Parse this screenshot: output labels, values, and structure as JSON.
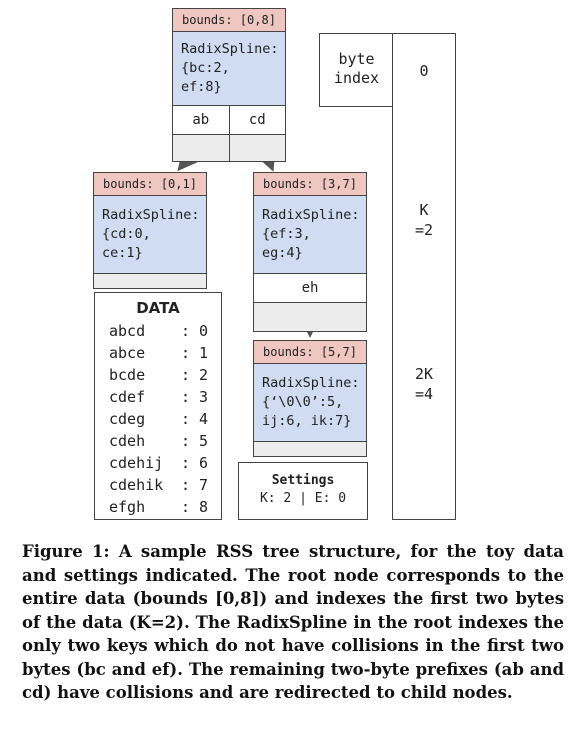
{
  "root": {
    "bounds": "bounds: [0,8]",
    "spline_line1": "RadixSpline:",
    "spline_line2": "{bc:2, ef:8}",
    "prefix_left": "ab",
    "prefix_right": "cd"
  },
  "left_child": {
    "bounds": "bounds: [0,1]",
    "spline_line1": "RadixSpline:",
    "spline_line2": "{cd:0, ce:1}"
  },
  "right_child": {
    "bounds": "bounds: [3,7]",
    "spline_line1": "RadixSpline:",
    "spline_line2": "{ef:3, eg:4}",
    "prefix": "eh"
  },
  "grandchild": {
    "bounds": "bounds: [5,7]",
    "spline_line1": "RadixSpline:",
    "spline_line2": "{‘\\0\\0’:5,",
    "spline_line3": "ij:6, ik:7}"
  },
  "byte_index": {
    "label_line1": "byte",
    "label_line2": "index",
    "v0": "0",
    "v1_line1": "K",
    "v1_line2": "=2",
    "v2_line1": "2K",
    "v2_line2": "=4"
  },
  "data": {
    "title": "DATA",
    "rows": [
      {
        "key": "abcd",
        "value": ": 0"
      },
      {
        "key": "abce",
        "value": ": 1"
      },
      {
        "key": "bcde",
        "value": ": 2"
      },
      {
        "key": "cdef",
        "value": ": 3"
      },
      {
        "key": "cdeg",
        "value": ": 4"
      },
      {
        "key": "cdeh",
        "value": ": 5"
      },
      {
        "key": "cdehij",
        "value": ": 6"
      },
      {
        "key": "cdehik",
        "value": ": 7"
      },
      {
        "key": "efgh",
        "value": ": 8"
      }
    ]
  },
  "settings": {
    "title": "Settings",
    "values": "K: 2 | E: 0"
  },
  "caption": {
    "label": "Figure 1:",
    "text": " A sample RSS tree structure, for the toy data and settings indicated. The root node corresponds to the entire data (bounds [0,8]) and indexes the first two bytes of the data (K=2). The RadixSpline in the root indexes the only two keys which do not have collisions in the first two bytes (bc and ef). The remaining two-byte prefixes (ab and cd) have collisions and are redirected to child nodes."
  }
}
